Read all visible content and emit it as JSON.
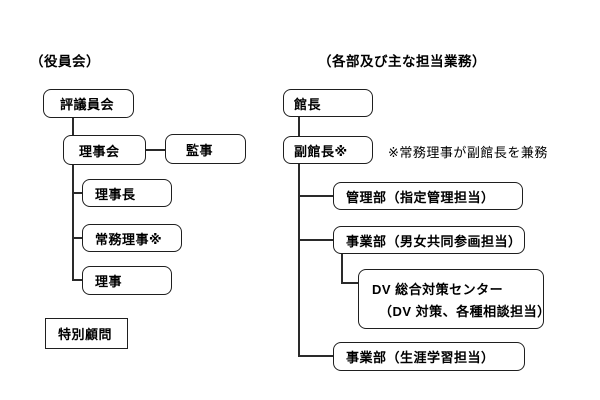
{
  "colors": {
    "background": "#ffffff",
    "border": "#1f1f1f",
    "text": "#000000"
  },
  "left_section": {
    "title": "（役員会）",
    "council": "評議員会",
    "board": "理事会",
    "auditor": "監事",
    "chairman": "理事長",
    "managing_director": "常務理事※",
    "director": "理事",
    "special_advisor": "特別顧問"
  },
  "right_section": {
    "title": "（各部及び主な担当業務）",
    "director_general": "館長",
    "deputy_director": "副館長※",
    "note": "※常務理事が副館長を兼務",
    "admin_dept": "管理部（指定管理担当）",
    "business_dept_gender": "事業部（男女共同参画担当）",
    "dv_center_line1": "DV 総合対策センター",
    "dv_center_line2": "（DV 対策、各種相談担当）",
    "business_dept_lifelong": "事業部（生涯学習担当）"
  }
}
